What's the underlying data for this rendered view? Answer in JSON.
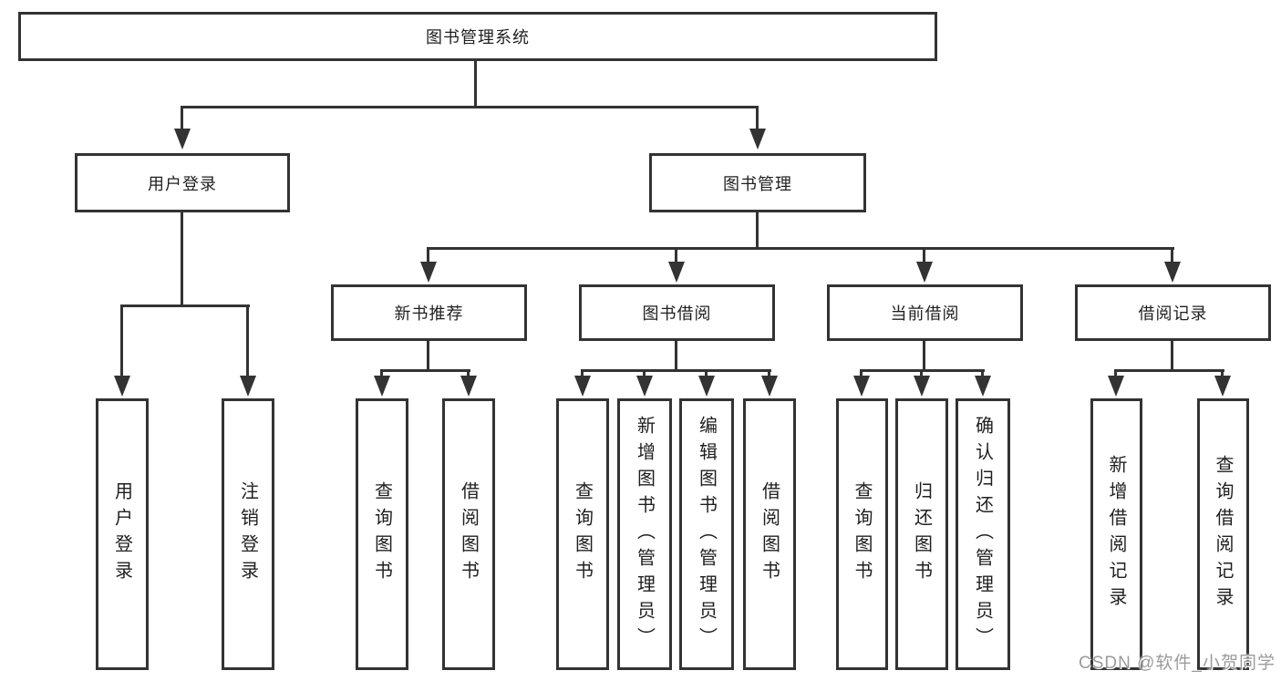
{
  "tree": {
    "root": {
      "label": "图书管理系统"
    },
    "branches": [
      {
        "label": "用户登录",
        "children": [
          {
            "label": "用户登录"
          },
          {
            "label": "注销登录"
          }
        ]
      },
      {
        "label": "图书管理",
        "children": [
          {
            "label": "新书推荐",
            "children": [
              {
                "label": "查询图书"
              },
              {
                "label": "借阅图书"
              }
            ]
          },
          {
            "label": "图书借阅",
            "children": [
              {
                "label": "查询图书"
              },
              {
                "label": "新增图书（管理员）"
              },
              {
                "label": "编辑图书（管理员）"
              },
              {
                "label": "借阅图书"
              }
            ]
          },
          {
            "label": "当前借阅",
            "children": [
              {
                "label": "查询图书"
              },
              {
                "label": "归还图书"
              },
              {
                "label": "确认归还（管理员）"
              }
            ]
          },
          {
            "label": "借阅记录",
            "children": [
              {
                "label": "新增借阅记录"
              },
              {
                "label": "查询借阅记录"
              }
            ]
          }
        ]
      }
    ]
  },
  "watermark": {
    "text": "CSDN @软件_小贺同学"
  },
  "colors": {
    "line": "#333333",
    "text": "#1f1f1f",
    "watermark": "#9b9b9b",
    "background": "#ffffff"
  }
}
